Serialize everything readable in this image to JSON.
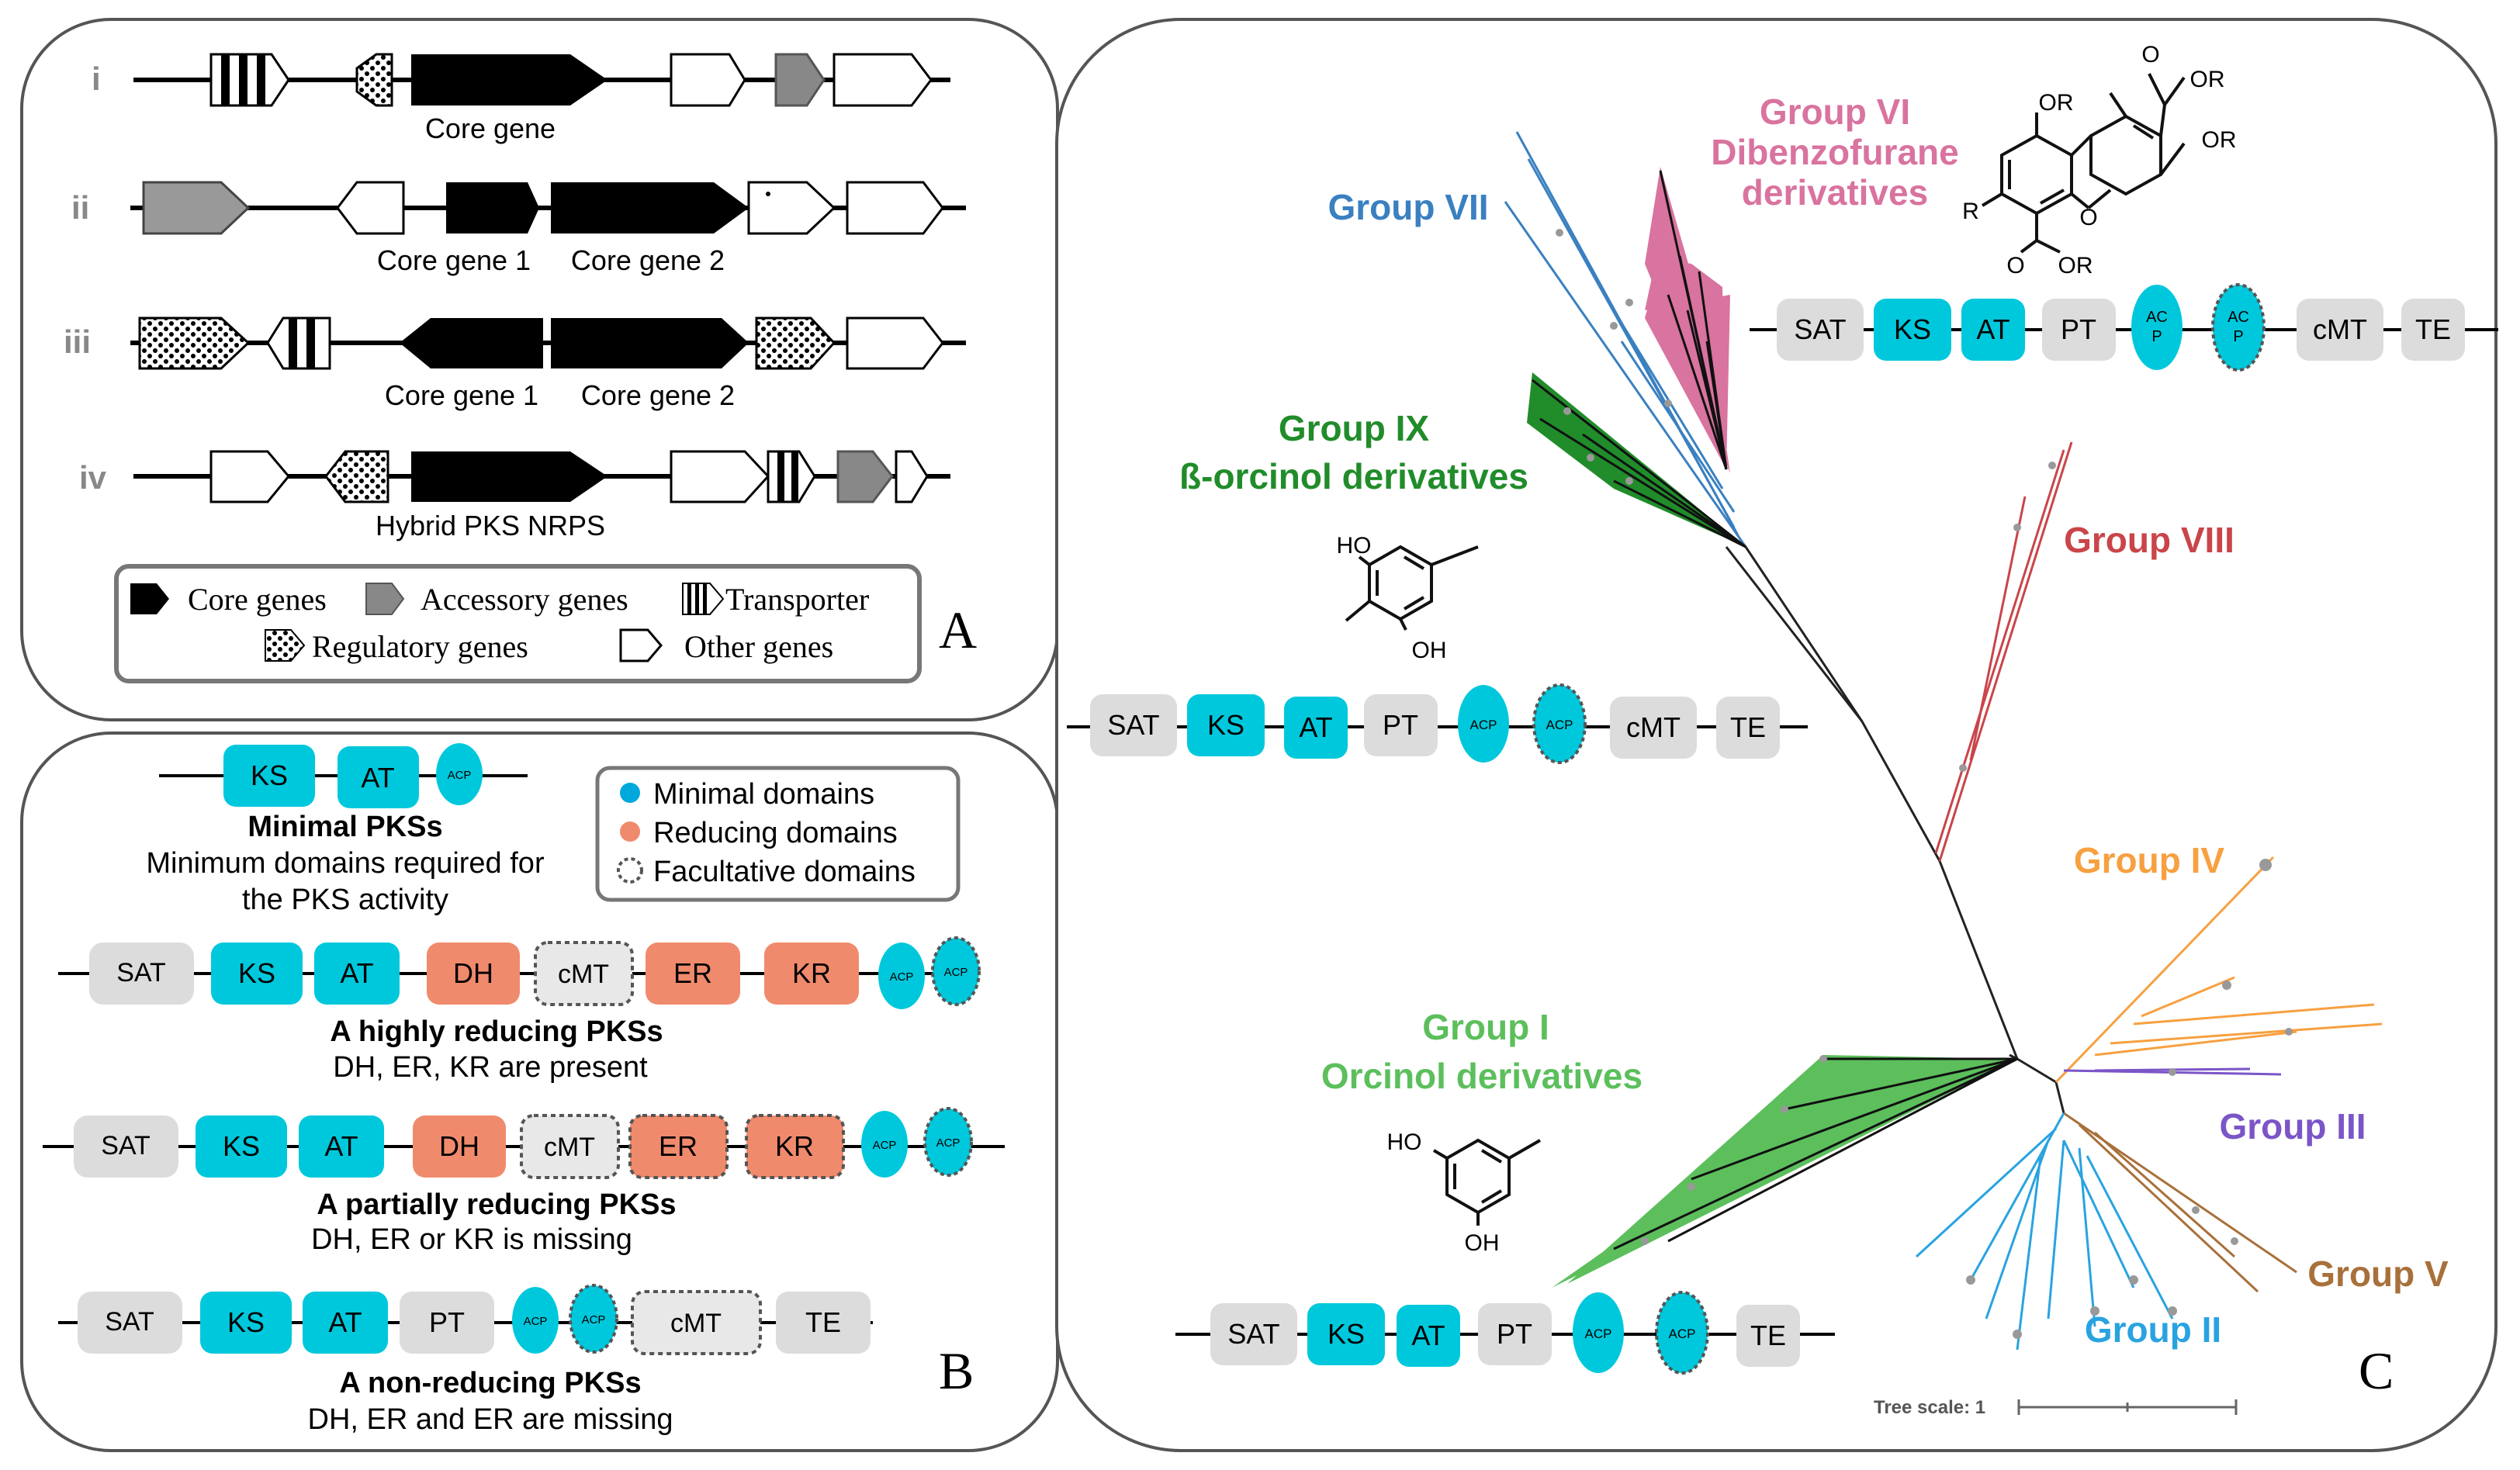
{
  "panel_a": {
    "letter": "A",
    "rows": [
      {
        "roman": "i",
        "labels": [
          "Core gene"
        ]
      },
      {
        "roman": "ii",
        "labels": [
          "Core gene 1",
          "Core gene 2"
        ]
      },
      {
        "roman": "iii",
        "labels": [
          "Core gene 1",
          "Core gene 2"
        ]
      },
      {
        "roman": "iv",
        "labels": [
          "Hybrid PKS NRPS"
        ]
      }
    ],
    "legend": {
      "core": "Core genes",
      "accessory": "Accessory genes",
      "transporter": "Transporter",
      "regulatory": "Regulatory genes",
      "other": "Other genes"
    }
  },
  "panel_b": {
    "letter": "B",
    "legend": {
      "minimal": "Minimal domains",
      "reducing": "Reducing domains",
      "facultative": "Facultative domains"
    },
    "minimal": {
      "title": "Minimal PKSs",
      "desc1": "Minimum domains required for",
      "desc2": "the PKS activity"
    },
    "highly": {
      "title": "A highly reducing  PKSs",
      "desc": "DH, ER, KR are present"
    },
    "partially": {
      "title": "A partially reducing  PKSs",
      "desc": "DH, ER or KR is missing"
    },
    "nonreducing": {
      "title": "A non-reducing  PKSs",
      "desc": "DH, ER and ER are missing"
    }
  },
  "domains": {
    "SAT": "SAT",
    "KS": "KS",
    "AT": "AT",
    "PT": "PT",
    "ACP": "ACP",
    "AC": "AC",
    "P": "P",
    "cMT": "cMT",
    "TE": "TE",
    "DH": "DH",
    "ER": "ER",
    "KR": "KR"
  },
  "panel_c": {
    "letter": "C",
    "groups": {
      "g1a": "Group I",
      "g1b": "Orcinol derivatives",
      "g2": "Group II",
      "g3": "Group III",
      "g4": "Group IV",
      "g5": "Group V",
      "g6a": "Group VI",
      "g6b": "Dibenzofurane",
      "g6c": "derivatives",
      "g7": "Group VII",
      "g8": "Group VIII",
      "g9a": "Group IX",
      "g9b": "ß-orcinol derivatives"
    },
    "chem": {
      "HO": "HO",
      "OH": "OH",
      "OR": "OR",
      "O": "O",
      "R": "R"
    },
    "scale": "Tree scale: 1"
  },
  "colors": {
    "cyan": "#00c8dc",
    "salmon": "#f08a6c",
    "grey": "#dcdcdc",
    "group1": "#5cbf5c",
    "group2": "#29a3e0",
    "group3": "#7b55c8",
    "group4": "#f7a040",
    "group5": "#a8703a",
    "group6": "#d9739f",
    "group7": "#3a80c0",
    "group8": "#c9454a",
    "group9": "#218c2a"
  }
}
